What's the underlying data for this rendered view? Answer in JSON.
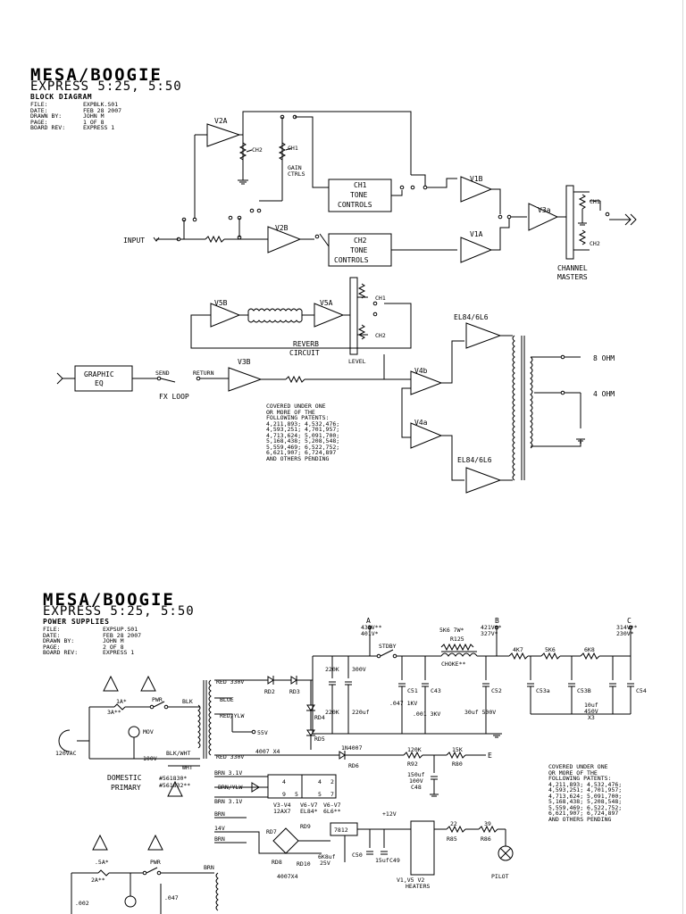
{
  "block_diagram": {
    "brand": "MESA/BOOGIE",
    "model": "EXPRESS 5:25, 5:50",
    "doc_title": "BLOCK DIAGRAM",
    "meta": [
      {
        "key": "FILE:",
        "value": "EXPBLK.S01"
      },
      {
        "key": "DATE:",
        "value": "FEB 28 2007"
      },
      {
        "key": "DRAWN BY:",
        "value": "JOHN M"
      },
      {
        "key": "PAGE:",
        "value": "1 OF 8"
      },
      {
        "key": "BOARD REV:",
        "value": "EXPRESS 1"
      }
    ],
    "labels": {
      "v2a": "V2A",
      "v2b": "V2B",
      "v1b": "V1B",
      "v1a": "V1A",
      "v3a": "V3a",
      "ch1": "CH1",
      "ch2": "CH2",
      "gain": "GAIN",
      "ctrls": "CTRLS",
      "ch1_tone_1": "CH1",
      "ch1_tone_2": "TONE",
      "ch1_tone_3": "CONTROLS",
      "ch2_tone_1": "CH2",
      "ch2_tone_2": "TONE",
      "ch2_tone_3": "CONTROLS",
      "input": "INPUT",
      "masters_1": "CHANNEL",
      "masters_2": "MASTERS",
      "v5b": "V5B",
      "v5a": "V5A",
      "reverb_1": "REVERB",
      "reverb_2": "CIRCUIT",
      "level": "LEVEL",
      "graphic_1": "GRAPHIC",
      "graphic_2": "EQ",
      "send": "SEND",
      "return": "RETURN",
      "fx_loop": "FX  LOOP",
      "v3b": "V3B",
      "v4b": "V4b",
      "v4a": "V4a",
      "el84_top": "EL84/6L6",
      "el84_bottom": "EL84/6L6",
      "ohm8": "8 OHM",
      "ohm4": "4 OHM"
    },
    "patent": "COVERED UNDER ONE\nOR MORE OF THE\nFOLLOWING PATENTS:\n4,211,893; 4,532,476;\n4,593,251; 4,701,957;\n4,713,624; 5,091,700;\n5,168,438; 5,208,548;\n5,559,469; 6,522,752;\n6,621,907; 6,724,897\nAND OTHERS PENDING"
  },
  "power_supplies": {
    "brand": "MESA/BOOGIE",
    "model": "EXPRESS 5:25, 5:50",
    "doc_title": "POWER SUPPLIES",
    "meta": [
      {
        "key": "FILE:",
        "value": "EXPSUP.S01"
      },
      {
        "key": "DATE:",
        "value": "FEB 28 2007"
      },
      {
        "key": "DRAWN BY:",
        "value": "JOHN M"
      },
      {
        "key": "PAGE:",
        "value": "2 OF 8"
      },
      {
        "key": "BOARD REV:",
        "value": "EXPRESS 1"
      }
    ],
    "labels": {
      "node_a": "A",
      "a_v1": "433V**",
      "a_v2": "401V*",
      "node_b": "B",
      "b_v1": "421V**",
      "b_v2": "327V*",
      "node_c": "C",
      "c_v1": "314V**",
      "c_v2": "230V*",
      "stdby": "STDBY",
      "r125_val": "5K6 7W*",
      "r125": "R125",
      "choke": "CHOKE**",
      "r4k7": "4K7",
      "r5k6": "5K6",
      "r6k8": "6K8",
      "red330_top": "RED 330V",
      "blue": "BLUE",
      "redylw": "RED/YLW",
      "v55": "55V",
      "d4007x4": "4007 X4",
      "rd2": "RD2",
      "rd3": "RD3",
      "rd4": "RD4",
      "rd5": "RD5",
      "r220k_1": "220K",
      "r220k_2": "220K",
      "r300v": "300V",
      "r220uf": "220uf",
      "c047": ".047 1KV",
      "c51": "C51",
      "c001": ".001 3KV",
      "c43": "C43",
      "c30uf": "30uf 500V",
      "c52": "C52",
      "c53a": "C53a",
      "c53b": "C53B",
      "c10uf": "10uf",
      "c450v": "450V",
      "cx3": "X3",
      "c54": "C54",
      "f1a": "1A*",
      "f3a": "3A**",
      "pwr": "PWR",
      "blk": "BLK",
      "mov": "MOV",
      "v120": "120VAC",
      "v100": "100V",
      "blkwht": "BLK/WHT",
      "wht": "WHT",
      "domestic": "DOMESTIC",
      "primary": "PRIMARY",
      "part1": "#561830*",
      "part2": "#561832**",
      "red330_mid": "RED 330V",
      "n4007": "1N4007",
      "rd6": "RD6",
      "r120k": "120K",
      "r92": "R92",
      "r15k": "15K",
      "r80": "R80",
      "node_e": "E",
      "c150uf": "150uf",
      "c100v": "100V",
      "c48": "C48",
      "brn31_1": "BRN 3.1V",
      "brnylw": "BRN/YLW",
      "brn31_2": "BRN 3.1V",
      "p4a": "4",
      "p5a": "5",
      "p4b": "4",
      "p2b": "2",
      "p9": "9",
      "p5b": "5",
      "p7": "7",
      "v3v4": "V3-V4",
      "ax7": "12AX7",
      "v6v7_1": "V6-V7",
      "el84": "EL84*",
      "v6v7_2": "V6-V7",
      "l6": "6L6**",
      "brn_1": "BRN",
      "v14": "14V",
      "brn_2": "BRN",
      "rd7": "RD7",
      "rd9": "RD9",
      "rd8": "RD8",
      "rd10": "RD10",
      "v12": "+12V",
      "reg": "7812",
      "c6800": "6K8uf",
      "c25v": "25V",
      "c50": "C50",
      "c15": "15uf",
      "c49": "C49",
      "r22": "22",
      "r85": "R85",
      "r39": "39",
      "r86": "R86",
      "heaters_1": "V1,V5  V2",
      "heaters_2": "HEATERS",
      "pilot": "PILOT",
      "d4007x4_b": "4007X4",
      "fuse_5a": ".5A*",
      "fuse_2a": "2A**",
      "pwr2": "PWR",
      "brn_bot": "BRN",
      "c047b": ".047",
      "c002": ".002"
    },
    "patent": "COVERED UNDER ONE\nOR MORE OF THE\nFOLLOWING PATENTS:\n4,211,893; 4,532,476;\n4,593,251; 4,701,957;\n4,713,624; 5,091,700;\n5,168,438; 5,208,548;\n5,559,469; 6,522,752;\n6,621,907; 6,724,897\nAND OTHERS PENDING"
  }
}
